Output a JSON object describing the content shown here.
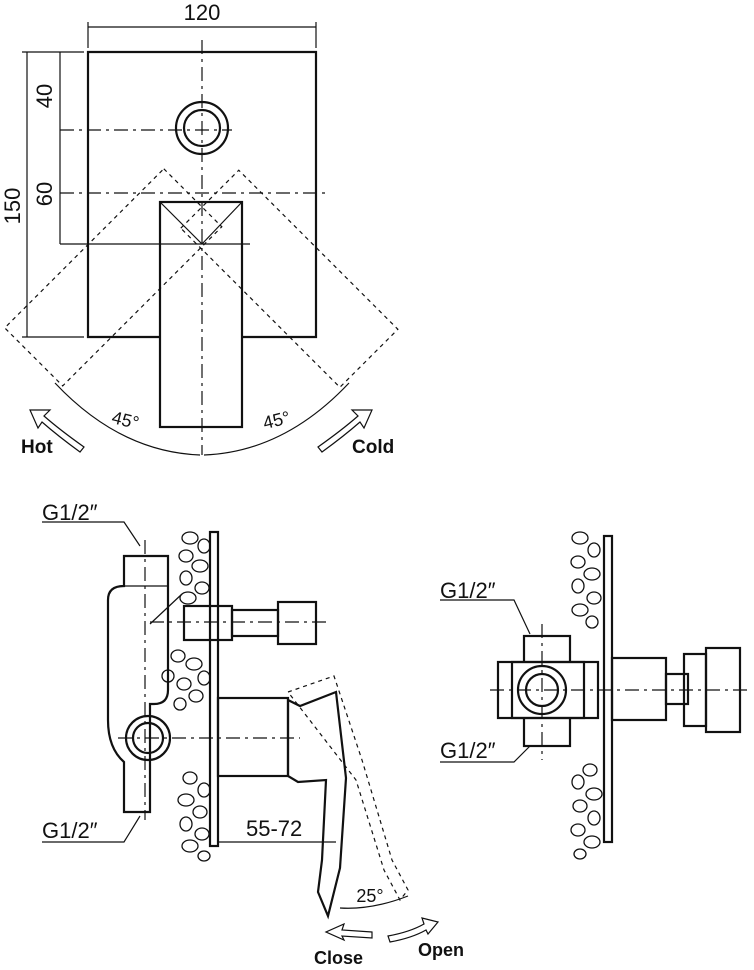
{
  "dimensions": {
    "width": "120",
    "height": "150",
    "upper": "40",
    "middle": "60",
    "depth": "55-72"
  },
  "angles": {
    "left": "45°",
    "right": "45°",
    "lever": "25°"
  },
  "directions": {
    "hot": "Hot",
    "cold": "Cold",
    "close": "Close",
    "open": "Open"
  },
  "threads": {
    "side_top": "G1/2″",
    "side_bottom": "G1/2″",
    "back_top": "G1/2″",
    "back_bottom": "G1/2″"
  }
}
